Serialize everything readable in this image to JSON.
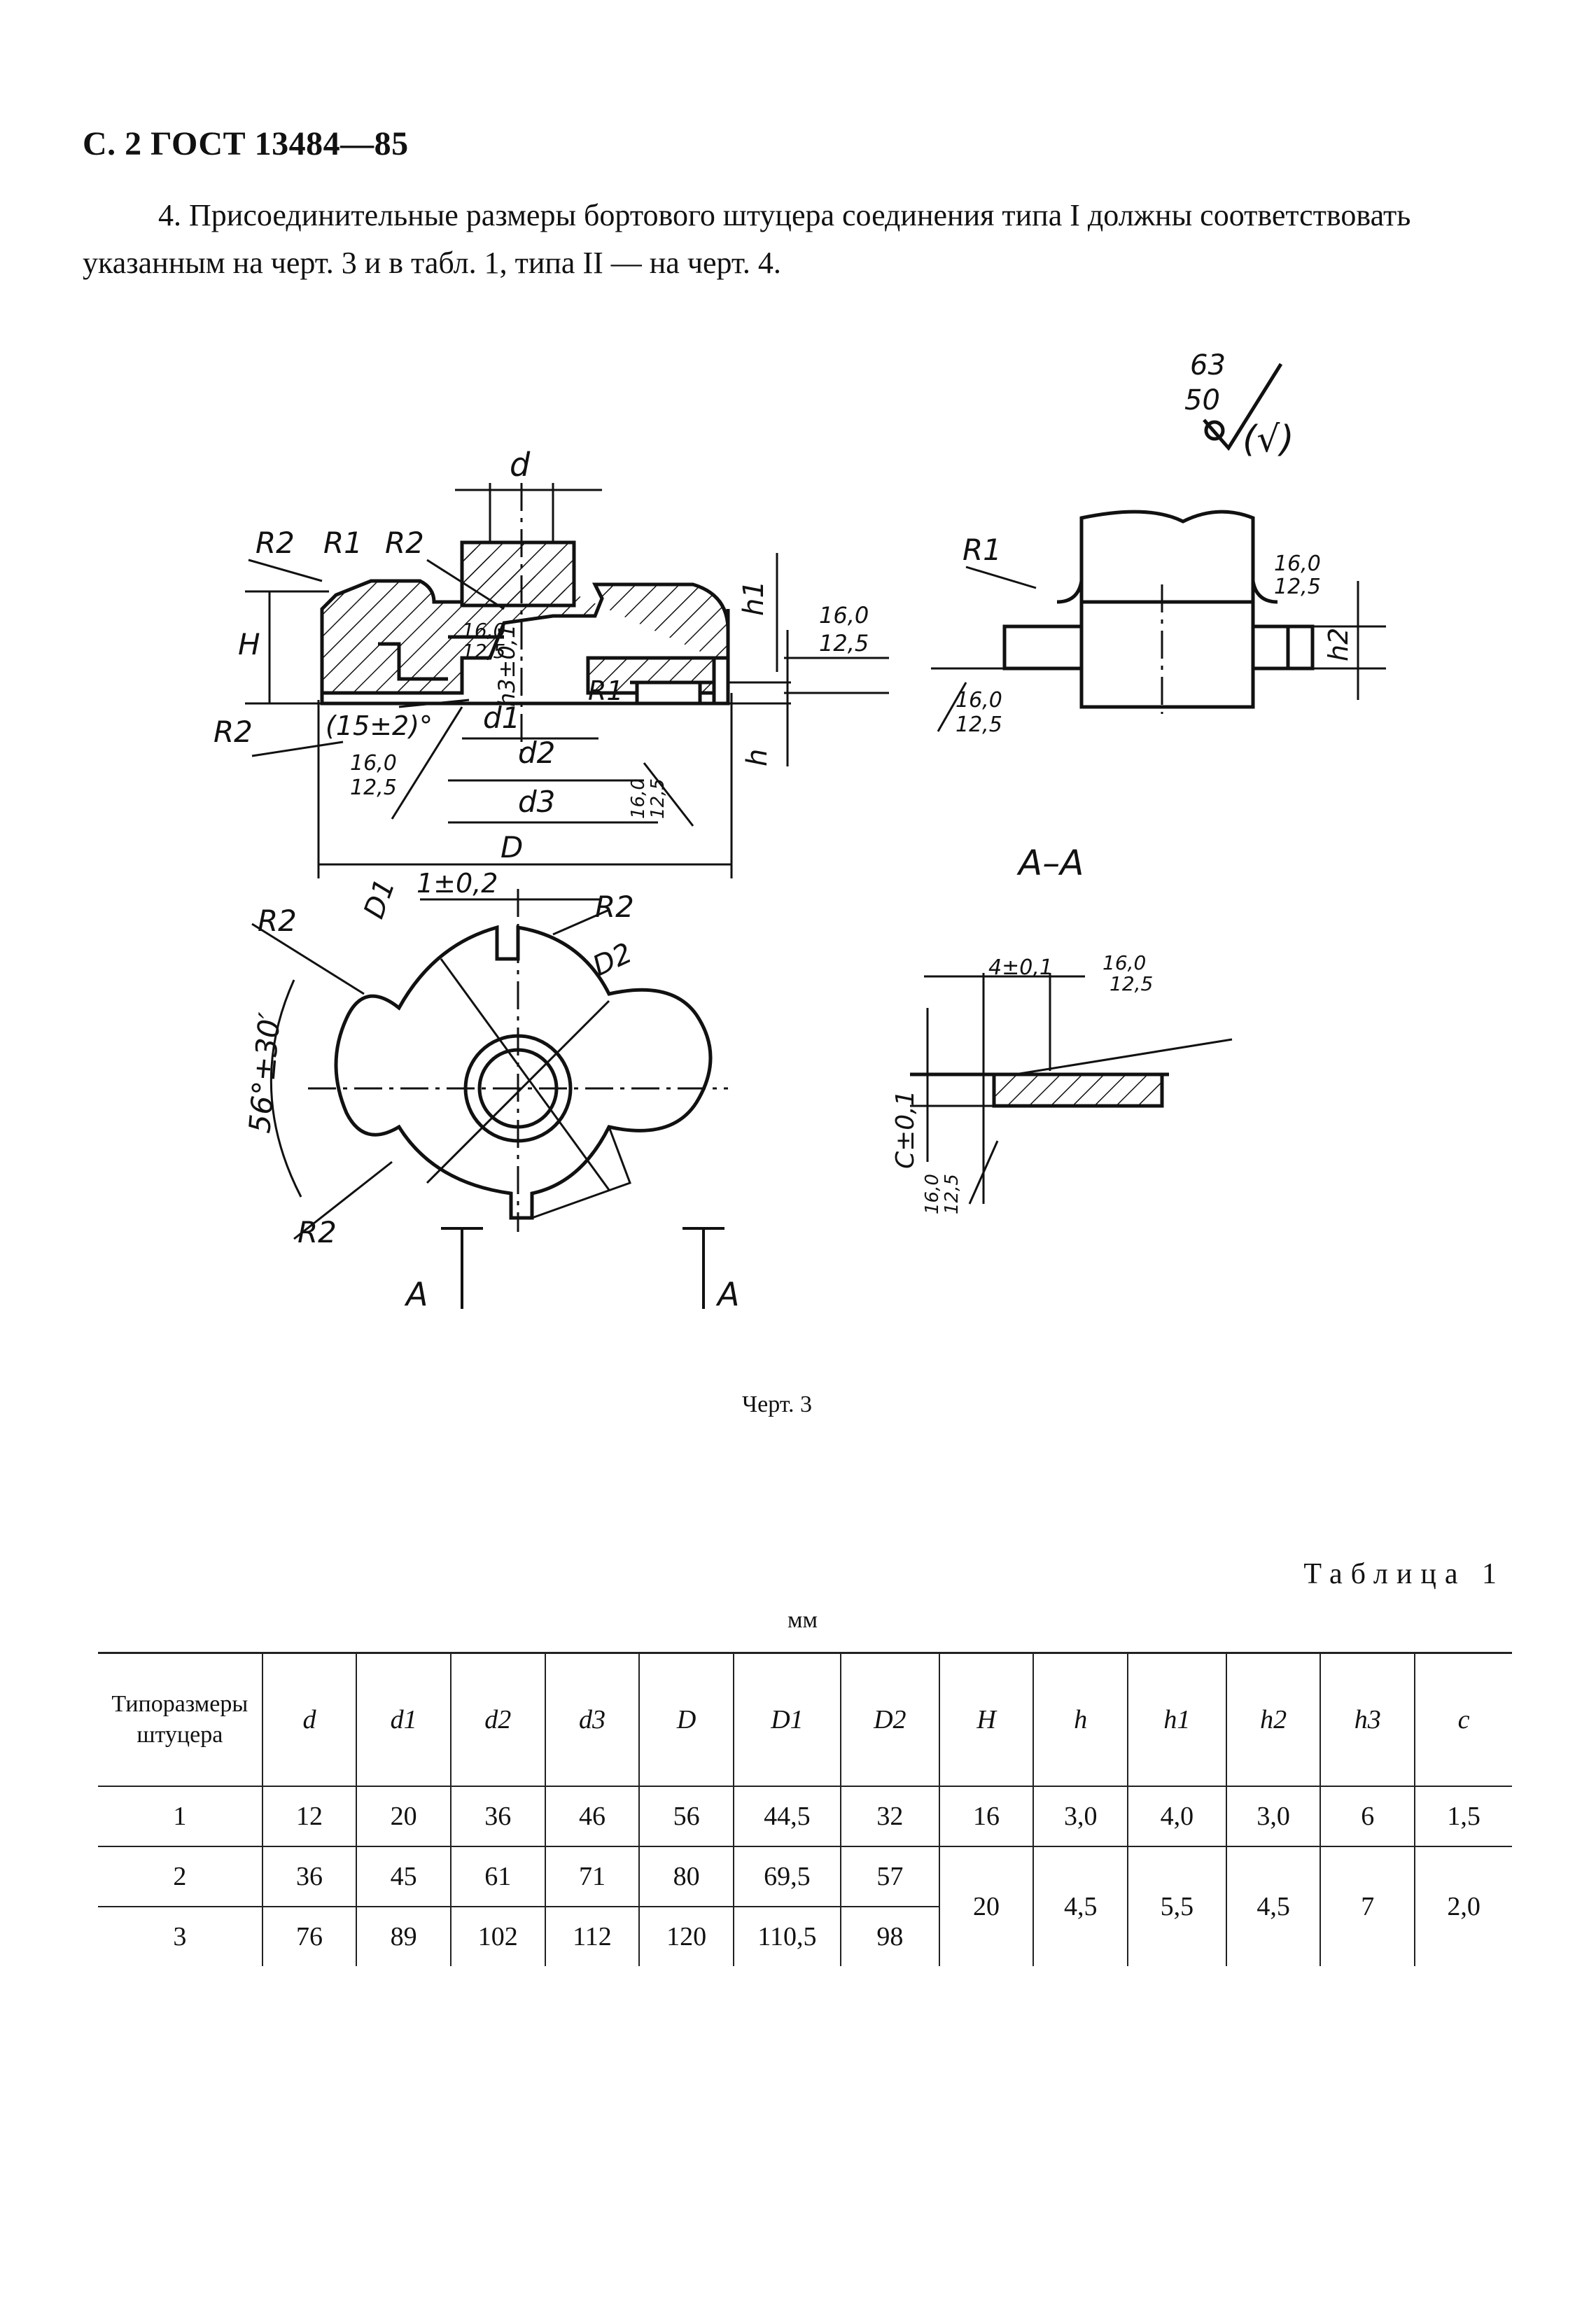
{
  "header": "С. 2 ГОСТ 13484—85",
  "paragraph": "4. Присоединительные размеры бортового штуцера соединения типа I должны соответствовать указанным на черт. 3 и в табл. 1, типа II — на черт. 4.",
  "drawing": {
    "labels": {
      "d": "d",
      "d1": "d1",
      "d2": "d2",
      "d3": "d3",
      "D": "D",
      "D1": "D1",
      "D2": "D2",
      "H": "H",
      "h": "h",
      "h1": "h1",
      "h2": "h2",
      "h3": "h3±0,1",
      "R1": "R1",
      "R2": "R2",
      "R1_small": "R1",
      "angle_15": "(15±2)°",
      "angle_56": "56°±30′",
      "slot": "1±0,2",
      "width_4": "4±0,1",
      "c_dim": "C±0,1",
      "section_label": "A–A",
      "section_mark": "A",
      "rough_16": "16,0",
      "rough_12": "12,5",
      "rough_63": "63",
      "rough_50": "50",
      "rough_check": "(√)"
    }
  },
  "caption": "Черт. 3",
  "table_title": "Таблица 1",
  "units": "мм",
  "table": {
    "first_header": [
      "Типоразмеры",
      "штуцера"
    ],
    "headers": [
      "d",
      "d1",
      "d2",
      "d3",
      "D",
      "D1",
      "D2",
      "H",
      "h",
      "h1",
      "h2",
      "h3",
      "c"
    ],
    "rows": [
      {
        "size": "1",
        "d": "12",
        "d1": "20",
        "d2": "36",
        "d3": "46",
        "D": "56",
        "D1": "44,5",
        "D2": "32",
        "H": "16",
        "h": "3,0",
        "h1": "4,0",
        "h2": "3,0",
        "h3": "6",
        "c": "1,5"
      },
      {
        "size": "2",
        "d": "36",
        "d1": "45",
        "d2": "61",
        "d3": "71",
        "D": "80",
        "D1": "69,5",
        "D2": "57"
      },
      {
        "size": "3",
        "d": "76",
        "d1": "89",
        "d2": "102",
        "d3": "112",
        "D": "120",
        "D1": "110,5",
        "D2": "98"
      }
    ],
    "merged_23": {
      "H": "20",
      "h": "4,5",
      "h1": "5,5",
      "h2": "4,5",
      "h3": "7",
      "c": "2,0"
    }
  }
}
